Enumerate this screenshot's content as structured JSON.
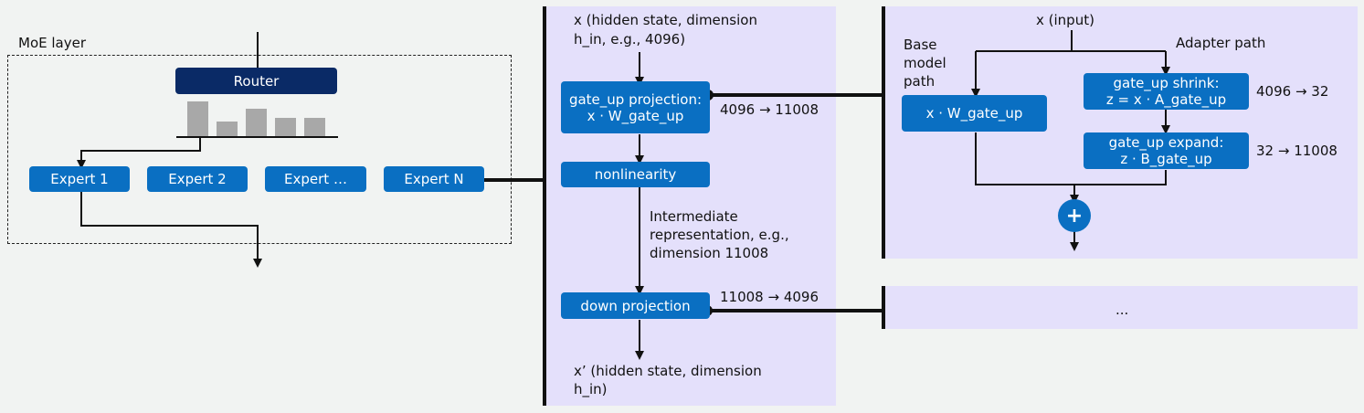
{
  "moe": {
    "label": "MoE layer",
    "router": "Router",
    "experts": [
      "Expert 1",
      "Expert 2",
      "Expert …",
      "Expert N"
    ],
    "router_scores": [
      0.95,
      0.4,
      0.75,
      0.5,
      0.5
    ]
  },
  "expert_detail": {
    "input_line1": "x  (hidden state, dimension",
    "input_line2": "h_in, e.g., 4096)",
    "gate_up_line1": "gate_up projection:",
    "gate_up_line2": "x · W_gate_up",
    "gate_up_dims": "4096 → 11008",
    "nonlinearity": "nonlinearity",
    "inter_line1": "Intermediate",
    "inter_line2": "representation, e.g.,",
    "inter_line3": "dimension 11008",
    "down": "down projection",
    "down_dims": "11008 → 4096",
    "output_line1": "x’  (hidden state, dimension",
    "output_line2": "h_in)"
  },
  "adapter": {
    "input": "x  (input)",
    "base_line1": "Base",
    "base_line2": "model",
    "base_line3": "path",
    "adapter_path": "Adapter path",
    "base_box": "x · W_gate_up",
    "shrink_line1": "gate_up shrink:",
    "shrink_line2": "z = x · A_gate_up",
    "shrink_dims": "4096 → 32",
    "expand_line1": "gate_up expand:",
    "expand_line2": "z · B_gate_up",
    "expand_dims": "32 → 11008",
    "plus": "+"
  },
  "down_detail": {
    "ellipsis": "..."
  }
}
